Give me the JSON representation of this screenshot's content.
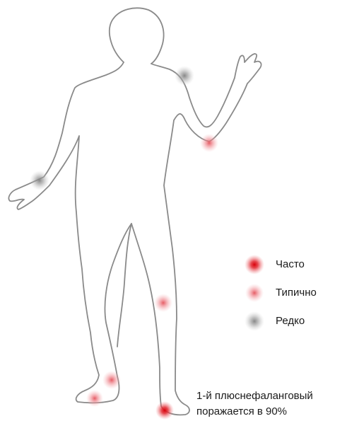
{
  "colors": {
    "outline": "#8a8a8a",
    "frequent": "#e0151b",
    "typical": "#ec6a72",
    "rare": "#8c8c8c"
  },
  "legend": {
    "items": [
      {
        "key": "frequent",
        "label": "Часто"
      },
      {
        "key": "typical",
        "label": "Типично"
      },
      {
        "key": "rare",
        "label": "Редко"
      }
    ]
  },
  "note": {
    "line1": "1-й плюснефаланговый",
    "line2": "поражается в 90%"
  },
  "joints": [
    {
      "name": "left-shoulder",
      "level": "rare"
    },
    {
      "name": "left-elbow",
      "level": "typical"
    },
    {
      "name": "right-wrist",
      "level": "rare"
    },
    {
      "name": "left-knee",
      "level": "typical"
    },
    {
      "name": "right-ankle",
      "level": "typical"
    },
    {
      "name": "right-midfoot",
      "level": "typical"
    },
    {
      "name": "first-mtp-joint",
      "level": "frequent"
    }
  ]
}
